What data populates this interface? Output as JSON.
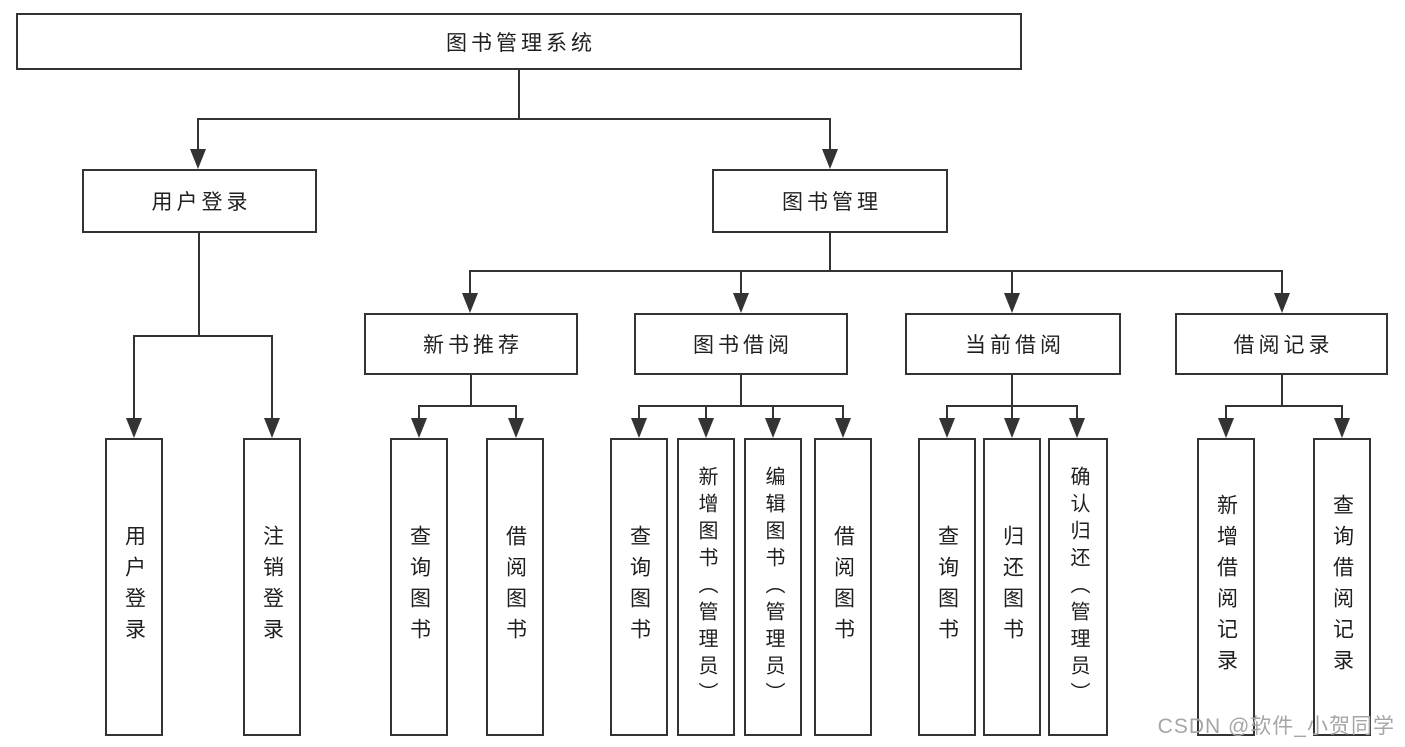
{
  "diagram_title": "图书管理系统",
  "nodes": {
    "root": {
      "label": "图书管理系统"
    },
    "user_login": {
      "label": "用户登录",
      "parent": "root"
    },
    "book_mgmt": {
      "label": "图书管理",
      "parent": "root"
    },
    "new_book_rec": {
      "label": "新书推荐",
      "parent": "book_mgmt"
    },
    "book_borrow": {
      "label": "图书借阅",
      "parent": "book_mgmt"
    },
    "current_borrow": {
      "label": "当前借阅",
      "parent": "book_mgmt"
    },
    "borrow_records": {
      "label": "借阅记录",
      "parent": "book_mgmt"
    }
  },
  "leaves": [
    {
      "label": "用户登录",
      "parent": "user_login"
    },
    {
      "label": "注销登录",
      "parent": "user_login"
    },
    {
      "label": "查询图书",
      "parent": "new_book_rec"
    },
    {
      "label": "借阅图书",
      "parent": "new_book_rec"
    },
    {
      "label": "查询图书",
      "parent": "book_borrow"
    },
    {
      "label": "新增图书（管理员）",
      "parent": "book_borrow"
    },
    {
      "label": "编辑图书（管理员）",
      "parent": "book_borrow"
    },
    {
      "label": "借阅图书",
      "parent": "book_borrow"
    },
    {
      "label": "查询图书",
      "parent": "current_borrow"
    },
    {
      "label": "归还图书",
      "parent": "current_borrow"
    },
    {
      "label": "确认归还（管理员）",
      "parent": "current_borrow"
    },
    {
      "label": "新增借阅记录",
      "parent": "borrow_records"
    },
    {
      "label": "查询借阅记录",
      "parent": "borrow_records"
    }
  ],
  "watermark": "CSDN @软件_小贺同学",
  "colors": {
    "line": "#333333",
    "text": "#1f1f1f",
    "watermark": "#a6a6a6",
    "background": "#ffffff"
  }
}
